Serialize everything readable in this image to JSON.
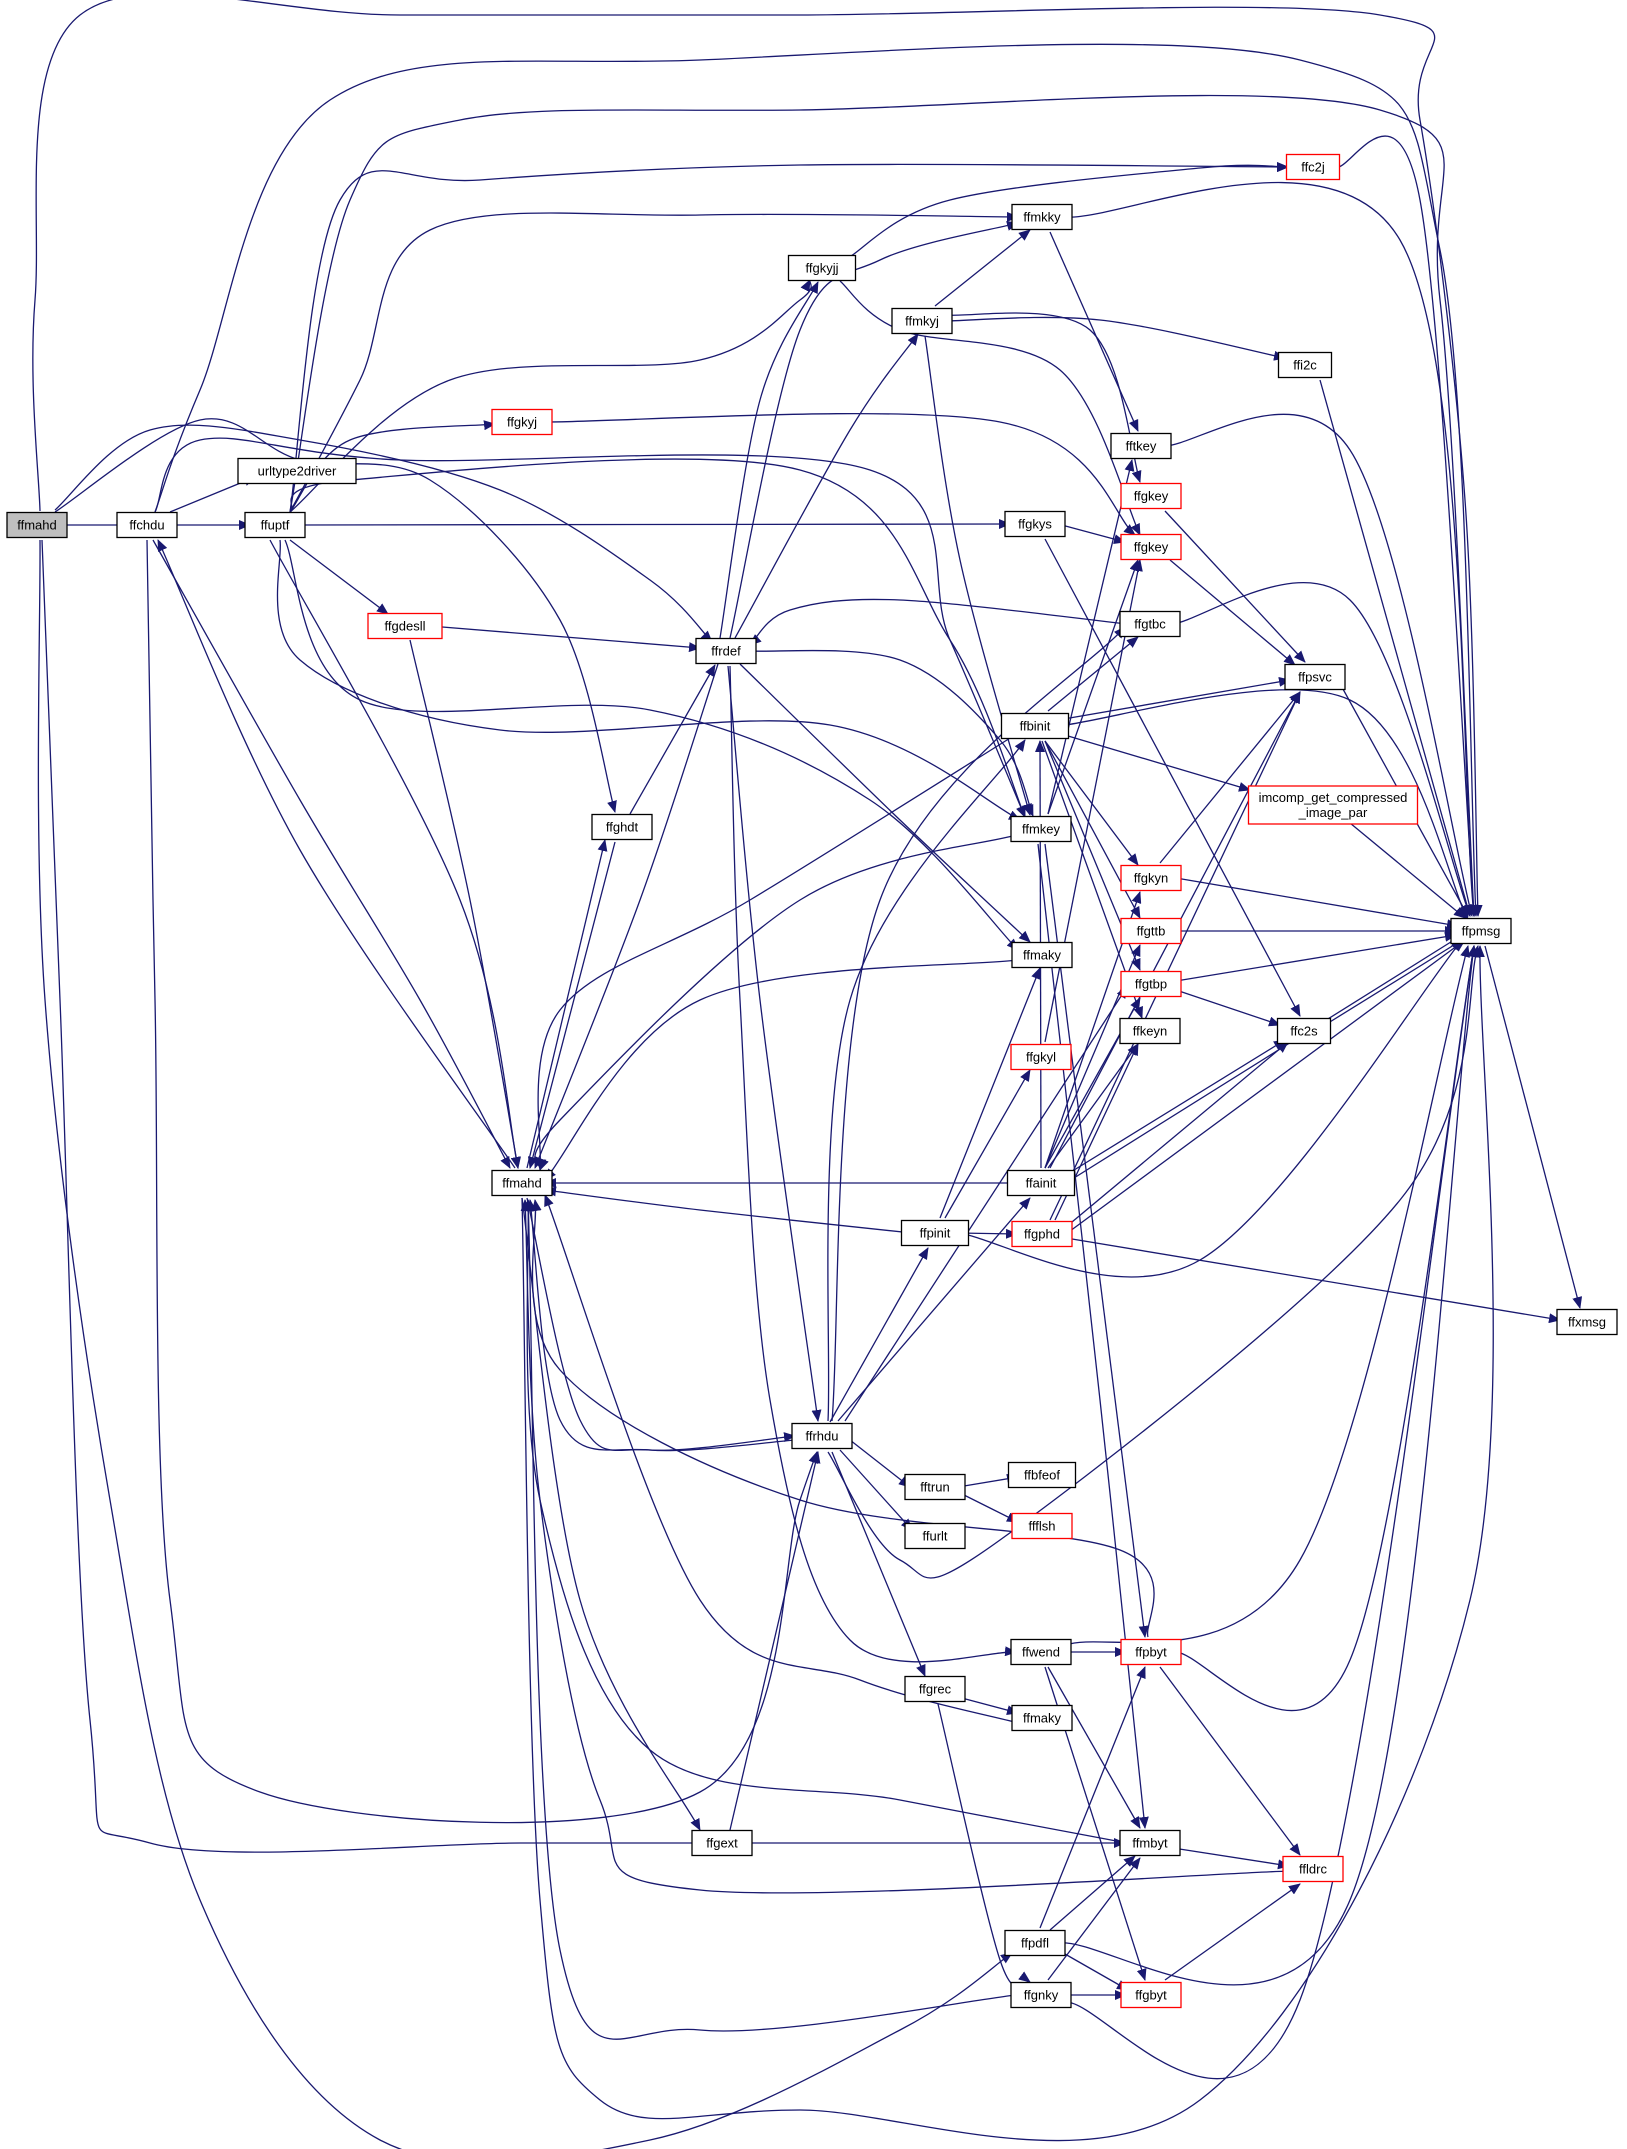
{
  "colors": {
    "edge": "#191970",
    "node_border": "#000000",
    "node_border_truncated": "#ff0000",
    "node_fill": "#ffffff",
    "root_fill": "#bfbfbf"
  },
  "nodes": [
    {
      "id": "ffmahd_root",
      "label": "ffmahd",
      "type": "root"
    },
    {
      "id": "ffchdu",
      "label": "ffchdu",
      "type": "normal"
    },
    {
      "id": "urltype2driver",
      "label": "urltype2driver",
      "type": "normal"
    },
    {
      "id": "ffuptf",
      "label": "ffuptf",
      "type": "normal"
    },
    {
      "id": "ffgkyj",
      "label": "ffgkyj",
      "type": "truncated"
    },
    {
      "id": "ffgdesll",
      "label": "ffgdesll",
      "type": "truncated"
    },
    {
      "id": "ffgkyjj",
      "label": "ffgkyjj",
      "type": "normal"
    },
    {
      "id": "ffrdef",
      "label": "ffrdef",
      "type": "normal"
    },
    {
      "id": "ffghdt",
      "label": "ffghdt",
      "type": "normal"
    },
    {
      "id": "ffmahd",
      "label": "ffmahd",
      "type": "normal"
    },
    {
      "id": "ffgext",
      "label": "ffgext",
      "type": "normal"
    },
    {
      "id": "ffrhdu",
      "label": "ffrhdu",
      "type": "normal"
    },
    {
      "id": "ffmkyj",
      "label": "ffmkyj",
      "type": "normal"
    },
    {
      "id": "ffpinit",
      "label": "ffpinit",
      "type": "normal"
    },
    {
      "id": "fftrun",
      "label": "fftrun",
      "type": "normal"
    },
    {
      "id": "ffurlt",
      "label": "ffurlt",
      "type": "normal"
    },
    {
      "id": "ffgrec",
      "label": "ffgrec",
      "type": "normal"
    },
    {
      "id": "ffmkky",
      "label": "ffmkky",
      "type": "normal"
    },
    {
      "id": "ffgkys",
      "label": "ffgkys",
      "type": "normal"
    },
    {
      "id": "ffbinit",
      "label": "ffbinit",
      "type": "normal"
    },
    {
      "id": "ffmkey",
      "label": "ffmkey",
      "type": "normal"
    },
    {
      "id": "ffmaky1",
      "label": "ffmaky",
      "type": "normal"
    },
    {
      "id": "ffgkyl",
      "label": "ffgkyl",
      "type": "truncated"
    },
    {
      "id": "ffainit",
      "label": "ffainit",
      "type": "normal"
    },
    {
      "id": "ffgphd",
      "label": "ffgphd",
      "type": "truncated"
    },
    {
      "id": "ffbfeof",
      "label": "ffbfeof",
      "type": "normal"
    },
    {
      "id": "ffflsh",
      "label": "ffflsh",
      "type": "truncated"
    },
    {
      "id": "ffwend",
      "label": "ffwend",
      "type": "normal"
    },
    {
      "id": "ffmaky2",
      "label": "ffmaky",
      "type": "normal"
    },
    {
      "id": "ffpdfl",
      "label": "ffpdfl",
      "type": "normal"
    },
    {
      "id": "ffgnky",
      "label": "ffgnky",
      "type": "normal"
    },
    {
      "id": "fftkey",
      "label": "fftkey",
      "type": "normal"
    },
    {
      "id": "ffgkey_a",
      "label": "ffgkey",
      "type": "truncated"
    },
    {
      "id": "ffgkey_b",
      "label": "ffgkey",
      "type": "truncated"
    },
    {
      "id": "ffgtbc",
      "label": "ffgtbc",
      "type": "normal"
    },
    {
      "id": "ffgkyn",
      "label": "ffgkyn",
      "type": "truncated"
    },
    {
      "id": "ffgttb",
      "label": "ffgttb",
      "type": "truncated"
    },
    {
      "id": "ffgtbp",
      "label": "ffgtbp",
      "type": "truncated"
    },
    {
      "id": "ffkeyn",
      "label": "ffkeyn",
      "type": "normal"
    },
    {
      "id": "ffpbyt",
      "label": "ffpbyt",
      "type": "truncated"
    },
    {
      "id": "ffmbyt",
      "label": "ffmbyt",
      "type": "normal"
    },
    {
      "id": "ffgbyt",
      "label": "ffgbyt",
      "type": "truncated"
    },
    {
      "id": "ffc2j",
      "label": "ffc2j",
      "type": "truncated"
    },
    {
      "id": "ffi2c",
      "label": "ffi2c",
      "type": "normal"
    },
    {
      "id": "ffpsvc",
      "label": "ffpsvc",
      "type": "normal"
    },
    {
      "id": "imcomp",
      "label": "imcomp_get_compressed\n_image_par",
      "type": "truncated"
    },
    {
      "id": "ffc2s",
      "label": "ffc2s",
      "type": "normal"
    },
    {
      "id": "ffldrc",
      "label": "ffldrc",
      "type": "truncated"
    },
    {
      "id": "ffpmsg",
      "label": "ffpmsg",
      "type": "normal"
    },
    {
      "id": "ffxmsg",
      "label": "ffxmsg",
      "type": "normal"
    }
  ]
}
